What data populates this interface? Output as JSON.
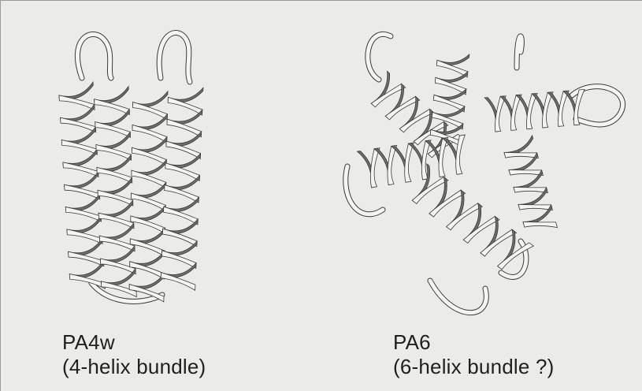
{
  "figure": {
    "panels": [
      {
        "name": "PA4w",
        "subtitle": "(4-helix bundle)",
        "structure_icon": "4-helix-bundle-ribbon-icon"
      },
      {
        "name": "PA6",
        "subtitle": "(6-helix bundle ?)",
        "structure_icon": "6-helix-bundle-ribbon-icon"
      }
    ],
    "colors": {
      "background": "#ebebe9",
      "ribbon_light": "#f4f4f2",
      "ribbon_shade": "#6d6d6b",
      "outline": "#3a3a38"
    }
  }
}
